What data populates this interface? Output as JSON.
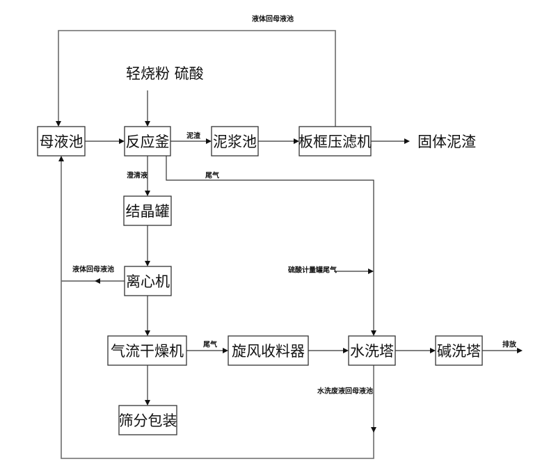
{
  "diagram": {
    "nodes": {
      "mother_liquor_tank": "母液池",
      "reactor": "反应釜",
      "slurry_tank": "泥浆池",
      "filter_press": "板框压滤机",
      "crystallizer": "结晶罐",
      "centrifuge": "离心机",
      "flash_dryer": "气流干燥机",
      "cyclone_collector": "旋风收料器",
      "water_scrubber": "水洗塔",
      "alkali_scrubber": "碱洗塔",
      "screening_packaging": "筛分包装"
    },
    "outputs": {
      "solid_residue": "固体泥渣"
    },
    "inputs": {
      "raw_materials": "轻烧粉 硫酸"
    },
    "edge_labels": {
      "liquid_return_top": "液体回母液池",
      "mud": "泥渣",
      "clear_liquid": "澄清液",
      "tail_gas_reactor": "尾气",
      "liquid_return_centrifuge": "液体回母液池",
      "acid_tank_tail_gas": "硫酸计量罐尾气",
      "tail_gas_dryer": "尾气",
      "discharge": "排放",
      "wash_waste_return": "水洗废液回母液池"
    }
  }
}
